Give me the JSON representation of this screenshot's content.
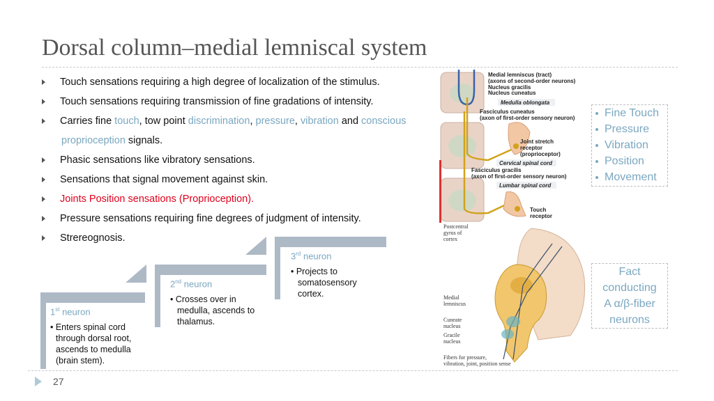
{
  "title": "Dorsal column–medial lemniscal system",
  "bullets": {
    "b1": "Touch sensations requiring a high degree of localization of the stimulus.",
    "b2": "Touch sensations requiring transmission of fine gradations of intensity.",
    "b3": {
      "lead": "Carries fine ",
      "touch": "touch",
      "s1": ", tow point ",
      "discrimination": "discrimination",
      "s2": ", ",
      "pressure": "pressure",
      "s3": ", ",
      "vibration": "vibration",
      "s4": " and ",
      "conscious": "conscious",
      "proprioception": "proprioception",
      "tail": " signals."
    },
    "b4": "Phasic sensations like vibratory sensations.",
    "b5": "Sensations that signal movement against skin.",
    "b6": "Joints Position sensations (Proprioception).",
    "b7": "Pressure sensations requiring fine degrees of judgment of intensity.",
    "b8": "Strereognosis."
  },
  "neurons": {
    "n1": {
      "num": "1",
      "sup": "st",
      "word": " neuron",
      "lines": [
        "• Enters spinal cord",
        "through dorsal root,",
        "ascends to medulla",
        "(brain stem)."
      ]
    },
    "n2": {
      "num": "2",
      "sup": "nd",
      "word": " neuron",
      "lines": [
        "• Crosses over in",
        "medulla, ascends to",
        "thalamus."
      ]
    },
    "n3": {
      "num": "3",
      "sup": "rd",
      "word": " neuron",
      "lines": [
        "• Projects to",
        "somatosensory",
        "cortex."
      ]
    }
  },
  "modalities": [
    "Fine Touch",
    "Pressure",
    "Vibration",
    "Position",
    "Movement"
  ],
  "fact": [
    "Fact",
    "conducting",
    "A α/β-fiber",
    "neurons"
  ],
  "figure_top": {
    "medial_lemniscus": "Medial lemniscus (tract)",
    "ml_sub": "(axons of second-order neurons)",
    "nucleus_gracilis": "Nucleus gracilis",
    "nucleus_cuneatus": "Nucleus cuneatus",
    "medulla": "Medulla oblongata",
    "fasc_cuneatus": "Fasciculus cuneatus",
    "fc_sub": "(axon of first-order sensory neuron)",
    "joint1": "Joint stretch",
    "joint2": "receptor",
    "joint3": "(proprioceptor)",
    "cervical": "Cervical spinal cord",
    "fasc_gracilis": "Fasciculus gracilis",
    "fg_sub": "(axon of first-order sensory neuron)",
    "lumbar": "Lumbar spinal cord",
    "touch1": "Touch",
    "touch2": "receptor"
  },
  "figure_bottom": {
    "post1": "Postcentral",
    "post2": "gyrus of",
    "post3": "cortex",
    "ml1": "Medial",
    "ml2": "lemniscus",
    "cun1": "Cuneate",
    "cun2": "nucleus",
    "gra1": "Gracile",
    "gra2": "nucleus",
    "fib1": "Fibers for pressure,",
    "fib2": "vibration, joint, position sense"
  },
  "page_number": "27",
  "colors": {
    "accent": "#7aa7c0",
    "highlight_red": "#e0001b",
    "step_bar": "#aeb9c6",
    "title": "#555555"
  }
}
